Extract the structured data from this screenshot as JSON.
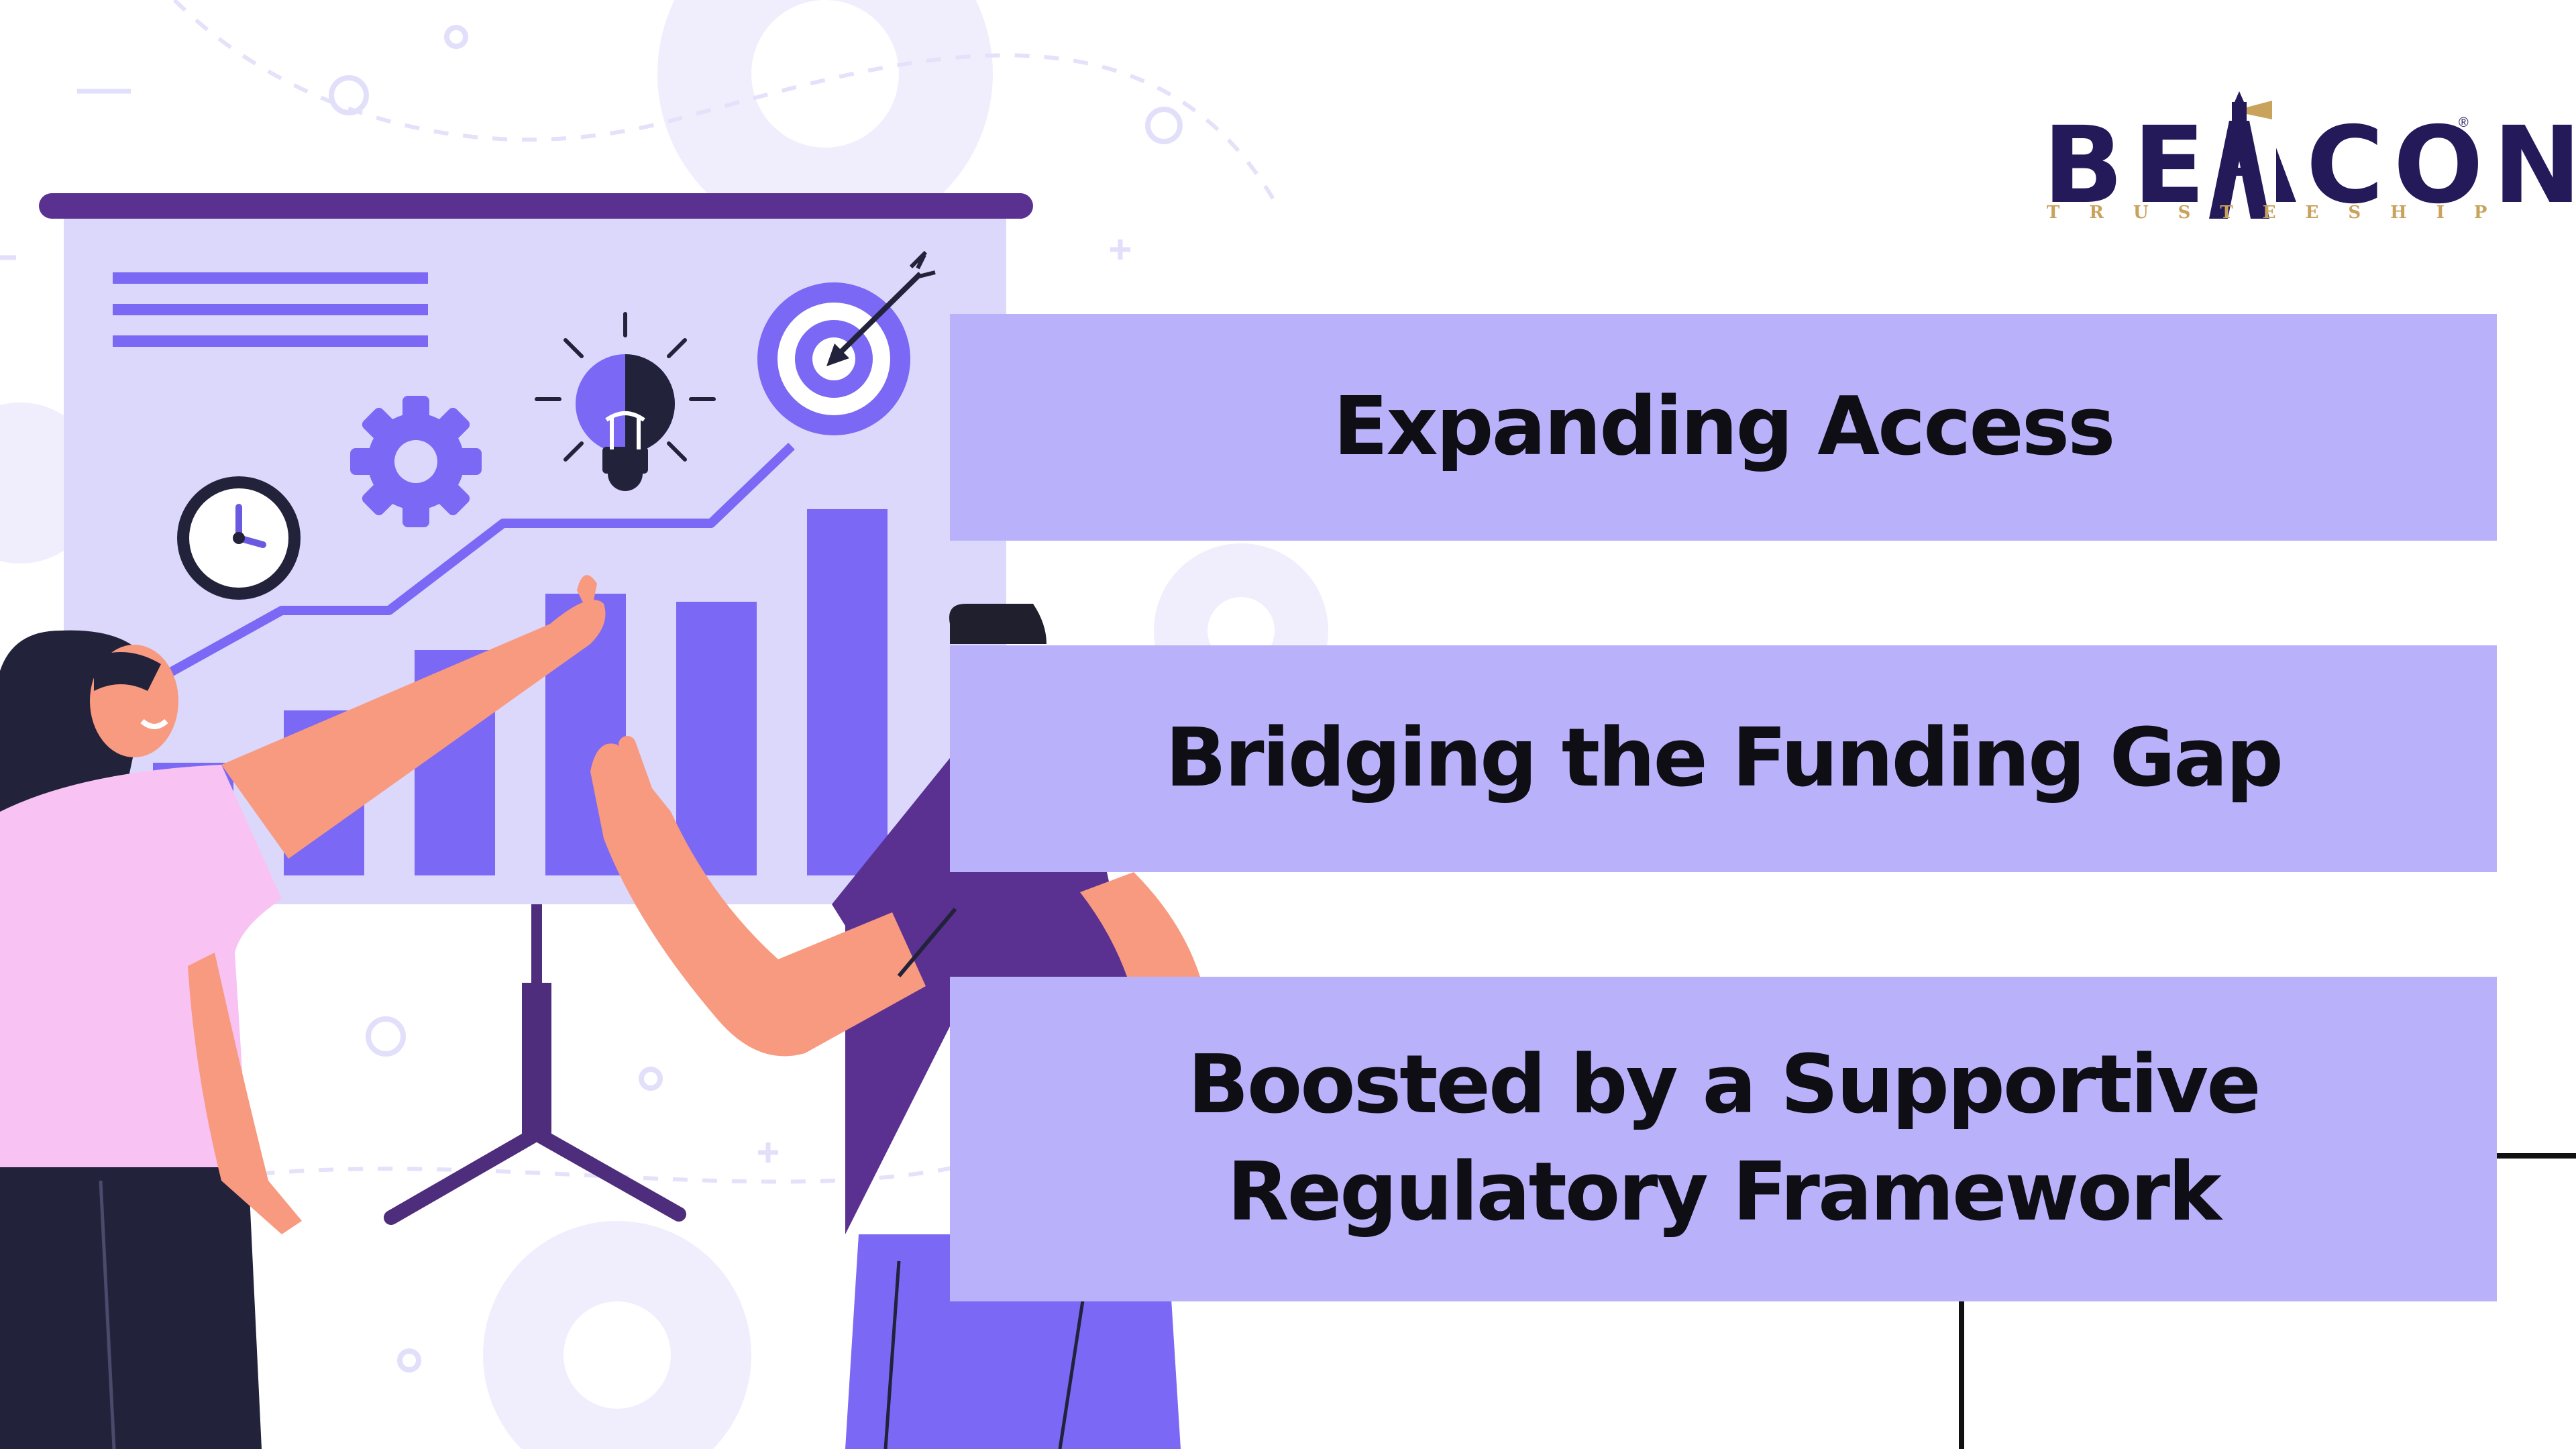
{
  "logo": {
    "wordmark": "BEACON",
    "tagline": "TRUSTEESHIP",
    "registered": "®",
    "colors": {
      "primary": "#241a5a",
      "gold": "#c9a25c"
    }
  },
  "panels": [
    {
      "label": "Expanding Access"
    },
    {
      "label": "Bridging the Funding Gap"
    },
    {
      "label": "Boosted by a Supportive\nRegulatory Framework"
    }
  ],
  "illustration": {
    "icons": [
      "clock-icon",
      "gear-icon",
      "lightbulb-icon",
      "target-icon"
    ],
    "bar_levels": [
      0.28,
      0.41,
      0.56,
      0.7,
      0.68,
      0.91
    ]
  },
  "colors": {
    "panel_bg": "#b9b2fb",
    "board_bg": "#dcd8fc",
    "accent": "#7b68f4",
    "dark_purple": "#4e2d7c",
    "navy": "#22223b",
    "skin": "#f89a80",
    "shirt_pink": "#f8c3f3"
  }
}
